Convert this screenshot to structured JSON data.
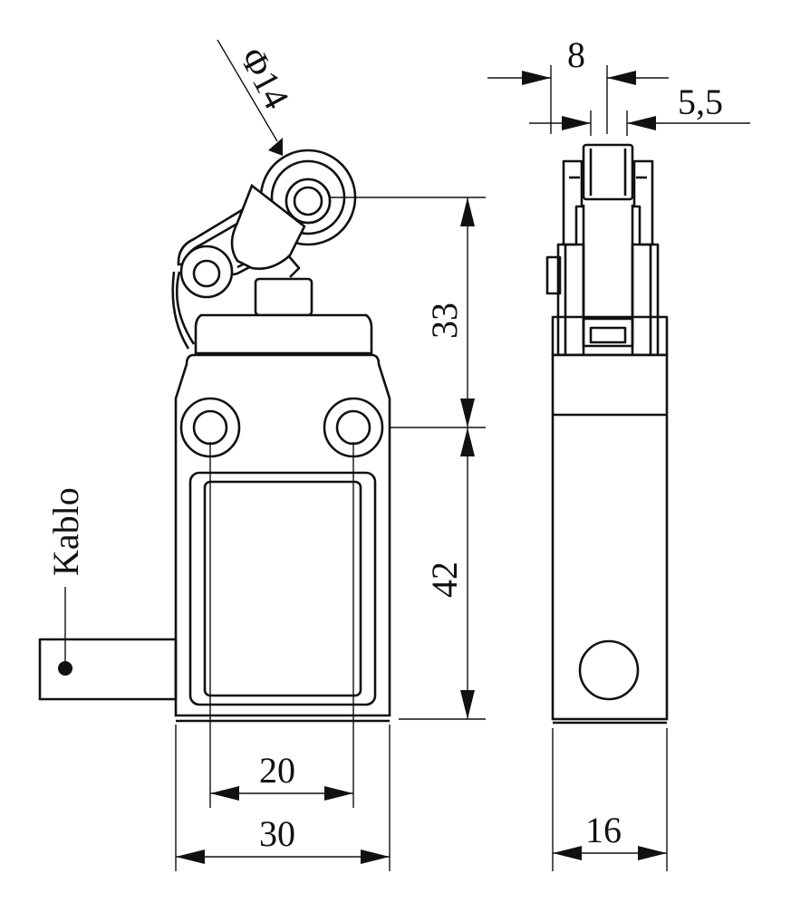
{
  "drawing": {
    "label_cable": "Kablo",
    "dim_diameter": "Φ14",
    "dim_height_upper": "33",
    "dim_height_lower": "42",
    "dim_hole_spacing": "20",
    "dim_body_width": "30",
    "dim_side_width": "16",
    "dim_top_8": "8",
    "dim_top_55": "5,5"
  }
}
